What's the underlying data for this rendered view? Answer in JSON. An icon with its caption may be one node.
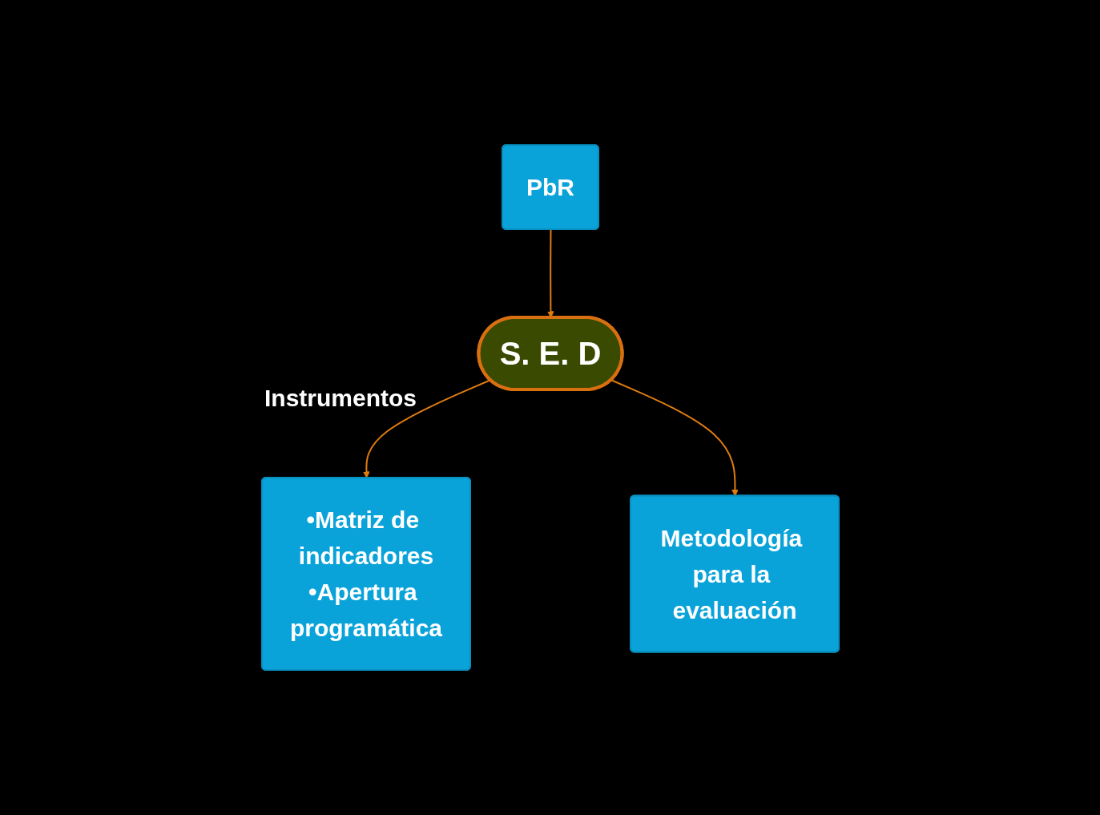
{
  "diagram": {
    "nodes": [
      {
        "text": [
          "PbR"
        ]
      },
      {
        "text": [
          "S. E. D"
        ]
      },
      {
        "text": [
          "•Matriz de indicadores",
          "•Apertura programática"
        ]
      },
      {
        "text": [
          "Metodología para la evaluación"
        ]
      }
    ],
    "edges": [
      {
        "from": 0,
        "to": 1,
        "arrow": "to"
      },
      {
        "from": 1,
        "to": 2,
        "arrow": "to"
      },
      {
        "from": 1,
        "to": 3,
        "arrow": "to"
      }
    ],
    "labels": [
      "Instrumentos"
    ]
  }
}
